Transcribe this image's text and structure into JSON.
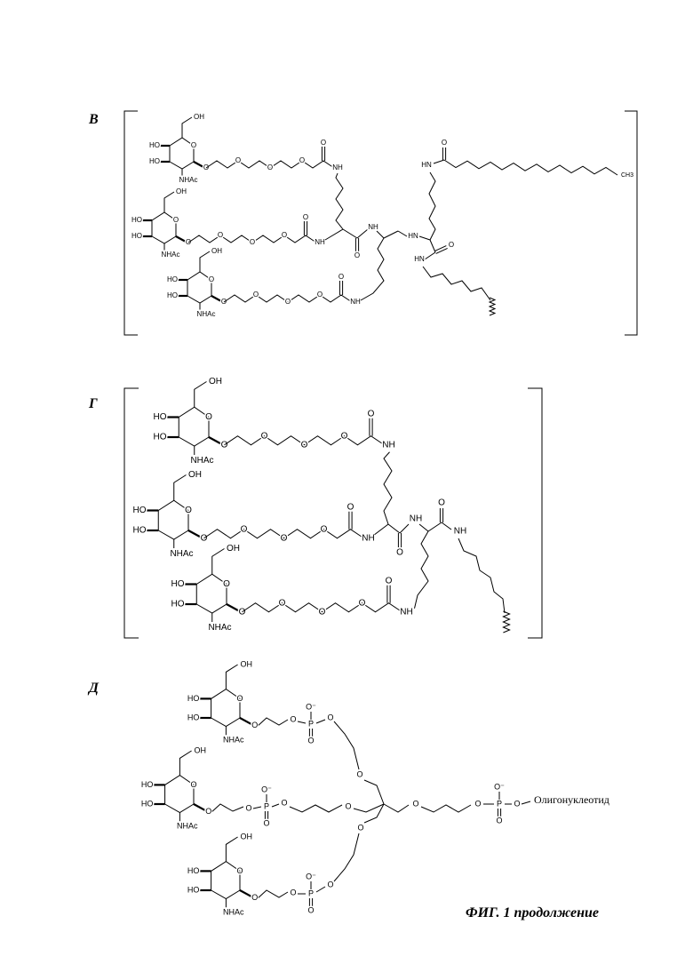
{
  "panels": {
    "b": "В",
    "g": "Г",
    "d": "Д"
  },
  "caption": "ФИГ. 1 продолжение",
  "oligo_label": "Олигонуклеотид",
  "atoms": {
    "OH": "OH",
    "HO": "HO",
    "NHAc": "NHAc",
    "O": "O",
    "NH": "NH",
    "HN": "HN",
    "CH3": "CH3",
    "P": "P",
    "Ominus": "O⁻"
  }
}
